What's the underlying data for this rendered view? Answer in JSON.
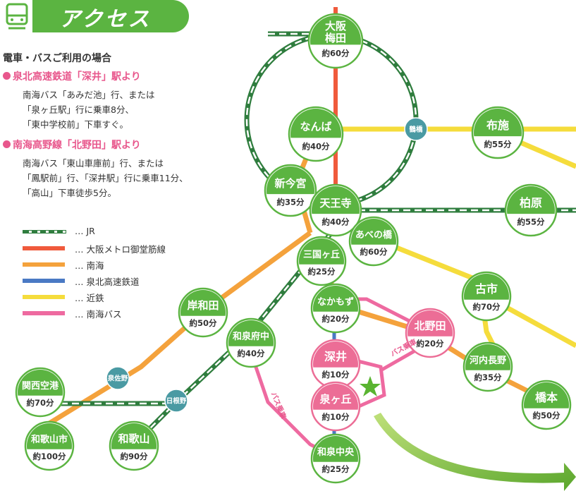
{
  "header": {
    "title": "アクセス",
    "icon": "train-icon"
  },
  "info": {
    "title": "電車・バスご利用の場合",
    "routes": [
      {
        "heading": "泉北高速鉄道「深井」駅より",
        "lines": [
          "南海バス「あみだ池」行、または",
          "「泉ヶ丘駅」行に乗車8分、",
          "「東中学校前」下車すぐ。"
        ]
      },
      {
        "heading": "南海高野線「北野田」駅より",
        "lines": [
          "南海バス「東山車庫前」行、または",
          "「鳳駅前」行、「深井駅」行に乗車11分、",
          "「高山」下車徒歩5分。"
        ]
      }
    ]
  },
  "legend": [
    {
      "key": "jr",
      "label": "… JR",
      "color": "#2f7d3e"
    },
    {
      "key": "midosuji",
      "label": "… 大阪メトロ御堂筋線",
      "color": "#f05a3c"
    },
    {
      "key": "nankai",
      "label": "… 南海",
      "color": "#f4a23c"
    },
    {
      "key": "senboku",
      "label": "… 泉北高速鉄道",
      "color": "#4a79c4"
    },
    {
      "key": "kintetsu",
      "label": "… 近鉄",
      "color": "#f5dc3c"
    },
    {
      "key": "nankai_bus",
      "label": "… 南海バス",
      "color": "#ee6aa0"
    }
  ],
  "colors": {
    "green": "#5bb441",
    "pink": "#ec6d96",
    "teal": "#4a9aa3",
    "star": "#59b431",
    "jr": "#2f7d3e"
  },
  "stations": [
    {
      "id": "umeda",
      "name_lines": [
        "大阪",
        "梅田"
      ],
      "time": "約60分"
    },
    {
      "id": "namba",
      "name_lines": [
        "なんば"
      ],
      "time": "約40分"
    },
    {
      "id": "fuse",
      "name_lines": [
        "布施"
      ],
      "time": "約55分"
    },
    {
      "id": "shinimamiya",
      "name_lines": [
        "新今宮"
      ],
      "time": "約35分"
    },
    {
      "id": "tennoji",
      "name_lines": [
        "天王寺"
      ],
      "time": "約40分"
    },
    {
      "id": "kashiwara",
      "name_lines": [
        "柏原"
      ],
      "time": "約55分"
    },
    {
      "id": "abenobashi",
      "name_lines": [
        "あべの橋"
      ],
      "time": "約60分"
    },
    {
      "id": "mikunigaoka",
      "name_lines": [
        "三国ヶ丘"
      ],
      "time": "約25分"
    },
    {
      "id": "furuichi",
      "name_lines": [
        "古市"
      ],
      "time": "約70分"
    },
    {
      "id": "kishiwada",
      "name_lines": [
        "岸和田"
      ],
      "time": "約50分"
    },
    {
      "id": "nakamozu",
      "name_lines": [
        "なかもず"
      ],
      "time": "約20分"
    },
    {
      "id": "kitanoda",
      "name_lines": [
        "北野田"
      ],
      "time": "約20分"
    },
    {
      "id": "izumifuchu",
      "name_lines": [
        "和泉府中"
      ],
      "time": "約40分"
    },
    {
      "id": "fukai",
      "name_lines": [
        "深井"
      ],
      "time": "約10分"
    },
    {
      "id": "kawachinagano",
      "name_lines": [
        "河内長野"
      ],
      "time": "約35分"
    },
    {
      "id": "kansaiairport",
      "name_lines": [
        "関西空港"
      ],
      "time": "約70分"
    },
    {
      "id": "izumigaoka",
      "name_lines": [
        "泉ヶ丘"
      ],
      "time": "約10分"
    },
    {
      "id": "hashimoto",
      "name_lines": [
        "橋本"
      ],
      "time": "約50分"
    },
    {
      "id": "wakayamashi",
      "name_lines": [
        "和歌山市"
      ],
      "time": "約100分"
    },
    {
      "id": "wakayama",
      "name_lines": [
        "和歌山"
      ],
      "time": "約90分"
    },
    {
      "id": "izumichuo",
      "name_lines": [
        "和泉中央"
      ],
      "time": "約25分"
    }
  ],
  "junctions": [
    {
      "id": "tsuruhashi",
      "label": "鶴橋"
    },
    {
      "id": "izumisano",
      "label": "泉佐野"
    },
    {
      "id": "hineno",
      "label": "日根野"
    }
  ],
  "bus_labels": [
    {
      "id": "bus-east",
      "label": "バス乗車"
    },
    {
      "id": "bus-west",
      "label": "バス乗車"
    }
  ]
}
